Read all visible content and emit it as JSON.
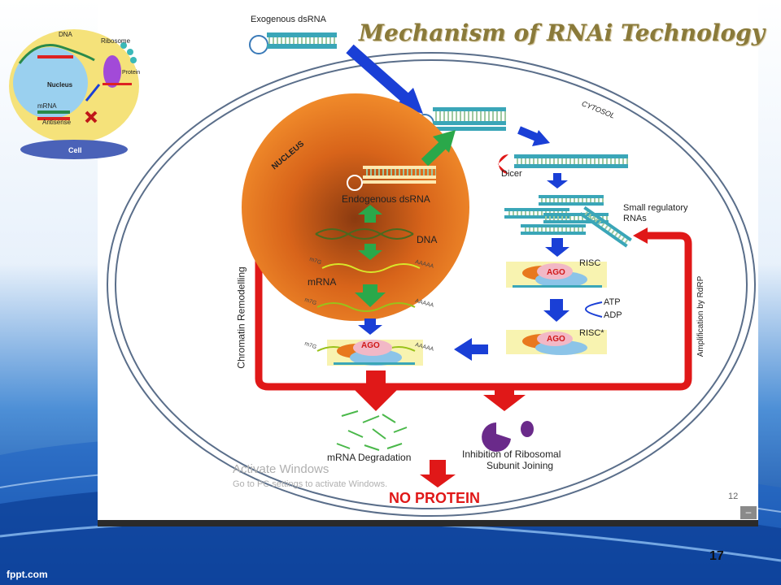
{
  "slide": {
    "title": "Mechanism of RNAi Technology",
    "slide_number": "17",
    "inner_page_number": "12",
    "brand": "fppt.com"
  },
  "overlay": {
    "activate_title": "Activate Windows",
    "activate_sub": "Go to PC settings to activate Windows.",
    "minimize_label": "–"
  },
  "thumbnail": {
    "labels": [
      "DNA",
      "Ribosome",
      "Nucleus",
      "mRNA",
      "Antisense",
      "Protein",
      "Cell"
    ]
  },
  "diagram": {
    "exogenous": "Exogenous dsRNA",
    "cytosol": "CYTOSOL",
    "nucleus": "NUCLEUS",
    "endogenous": "Endogenous dsRNA",
    "dna": "DNA",
    "mrna": "mRNA",
    "dicer": "Dicer",
    "small_rna_1": "Small regulatory",
    "small_rna_2": "RNAs",
    "risc": "RISC",
    "risc_star": "RISC*",
    "ago": "AGO",
    "atp": "ATP",
    "adp": "ADP",
    "chromatin": "Chromatin Remodelling",
    "amplification": "Amplification by RdRP",
    "degradation": "mRNA Degradation",
    "inhibition_1": "Inhibition of  Ribosomal",
    "inhibition_2": "Subunit Joining",
    "no_protein": "NO PROTEIN",
    "m7g": "m7G",
    "polya": "AAAAA"
  },
  "colors": {
    "title": "#8a7a3a",
    "blue_arrow": "#1a3fd6",
    "green_arrow": "#2aa84a",
    "red_arrow": "#e01818",
    "nucleus": "#e8781e",
    "rna": "#3aa6b8"
  }
}
